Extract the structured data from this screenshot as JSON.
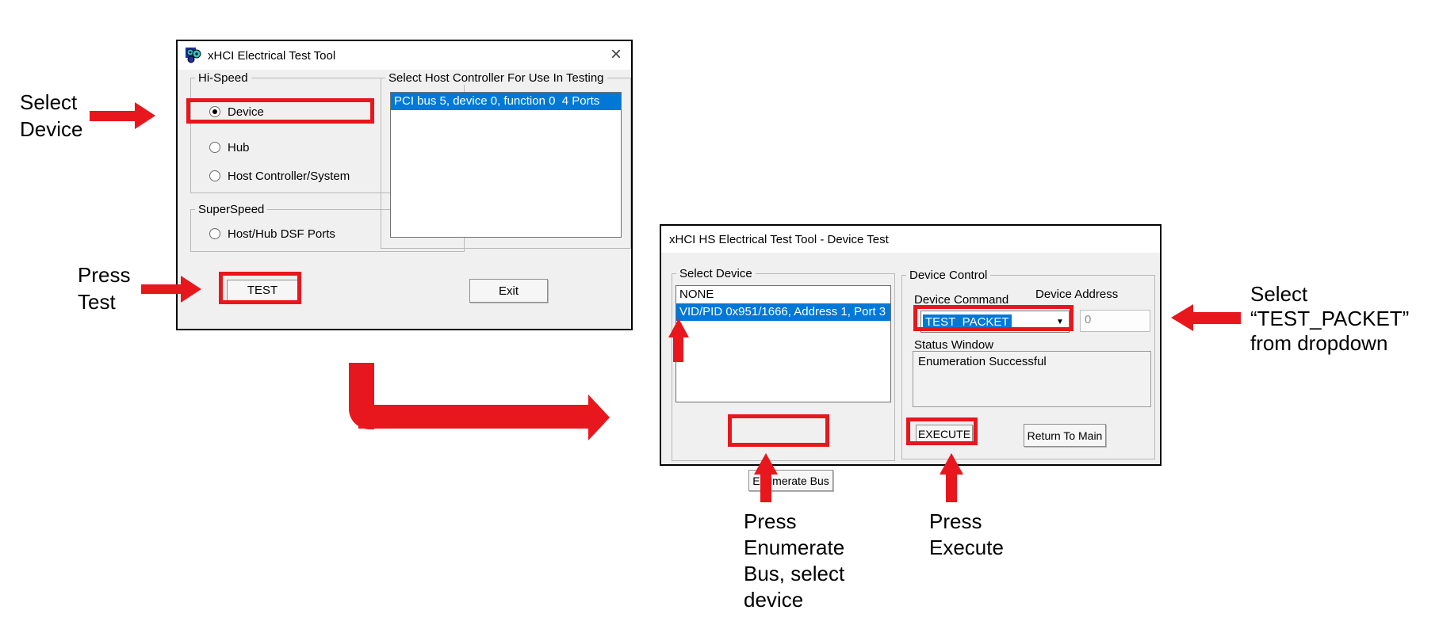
{
  "colors": {
    "annotation_red": "#e8171d",
    "selection_blue": "#0078d7"
  },
  "icons": {
    "app_icon": "gears-icon",
    "close": "×",
    "dropdown_arrow": "▼"
  },
  "window1": {
    "title": "xHCI Electrical Test Tool",
    "hi_speed": {
      "label": "Hi-Speed",
      "device": "Device",
      "hub": "Hub",
      "host_controller_system": "Host Controller/System"
    },
    "super_speed": {
      "label": "SuperSpeed",
      "host_hub_dsf": "Host/Hub DSF Ports"
    },
    "host_list": {
      "label": "Select Host Controller For Use In Testing",
      "item0": "PCI bus 5, device 0, function 0  4 Ports"
    },
    "test_button": "TEST",
    "exit_button": "Exit"
  },
  "window2": {
    "title": "xHCI HS Electrical Test Tool - Device Test",
    "select_device": {
      "label": "Select Device",
      "item0": "NONE",
      "item1": "VID/PID 0x951/1666, Address 1, Port 3",
      "enumerate_button": "Enumerate Bus"
    },
    "device_control": {
      "label": "Device Control",
      "device_command_label": "Device Command",
      "device_command_value": "TEST_PACKET",
      "device_address_label": "Device Address",
      "device_address_value": "0",
      "status_label": "Status Window",
      "status_text": "Enumeration Successful",
      "execute_button": "EXECUTE",
      "return_button": "Return To Main"
    }
  },
  "annotations": {
    "select_device": {
      "line1": "Select",
      "line2": "Device"
    },
    "press_test": {
      "line1": "Press",
      "line2": "Test"
    },
    "press_enumerate": {
      "line1": "Press",
      "line2": "Enumerate",
      "line3": "Bus, select",
      "line4": "device"
    },
    "press_execute": {
      "line1": "Press",
      "line2": "Execute"
    },
    "select_test_packet": {
      "line1": "Select",
      "line2": "“TEST_PACKET”",
      "line3": "from dropdown"
    }
  }
}
